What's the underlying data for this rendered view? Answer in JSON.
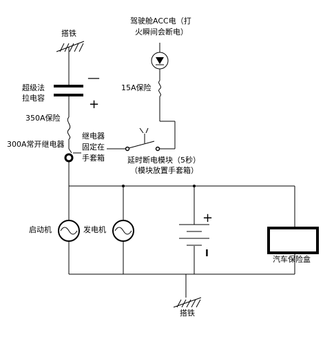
{
  "labels": {
    "ground_top": "搭铁",
    "ground_bottom": "搭铁",
    "cap_line1": "超级法",
    "cap_line2": "拉电容",
    "cap_minus": "—",
    "cap_plus": "+",
    "fuse_350": "350A保险",
    "relay_300": "300A常开继电器",
    "relay_note_1": "继电器",
    "relay_note_2": "固定在",
    "relay_note_3": "手套箱",
    "acc_line1": "驾驶舱ACC电（打",
    "acc_line2": "火瞬间会断电）",
    "fuse_15": "15A保险",
    "delay_line1": "延时断电模块（5秒）",
    "delay_line2": "（模块放置手套箱）",
    "starter": "启动机",
    "generator": "发电机",
    "batt_plus": "+",
    "batt_minus": "I",
    "fuse_box": "汽车保险盒"
  },
  "icons": {
    "ground_top": "ground-icon",
    "ground_bottom": "ground-icon",
    "capacitor": "capacitor-icon",
    "fuse": "fuse-icon",
    "relay_coil": "relay-coil-icon",
    "switch": "switch-icon",
    "led": "led-icon",
    "ac_source": "ac-source-icon",
    "battery": "battery-icon"
  }
}
